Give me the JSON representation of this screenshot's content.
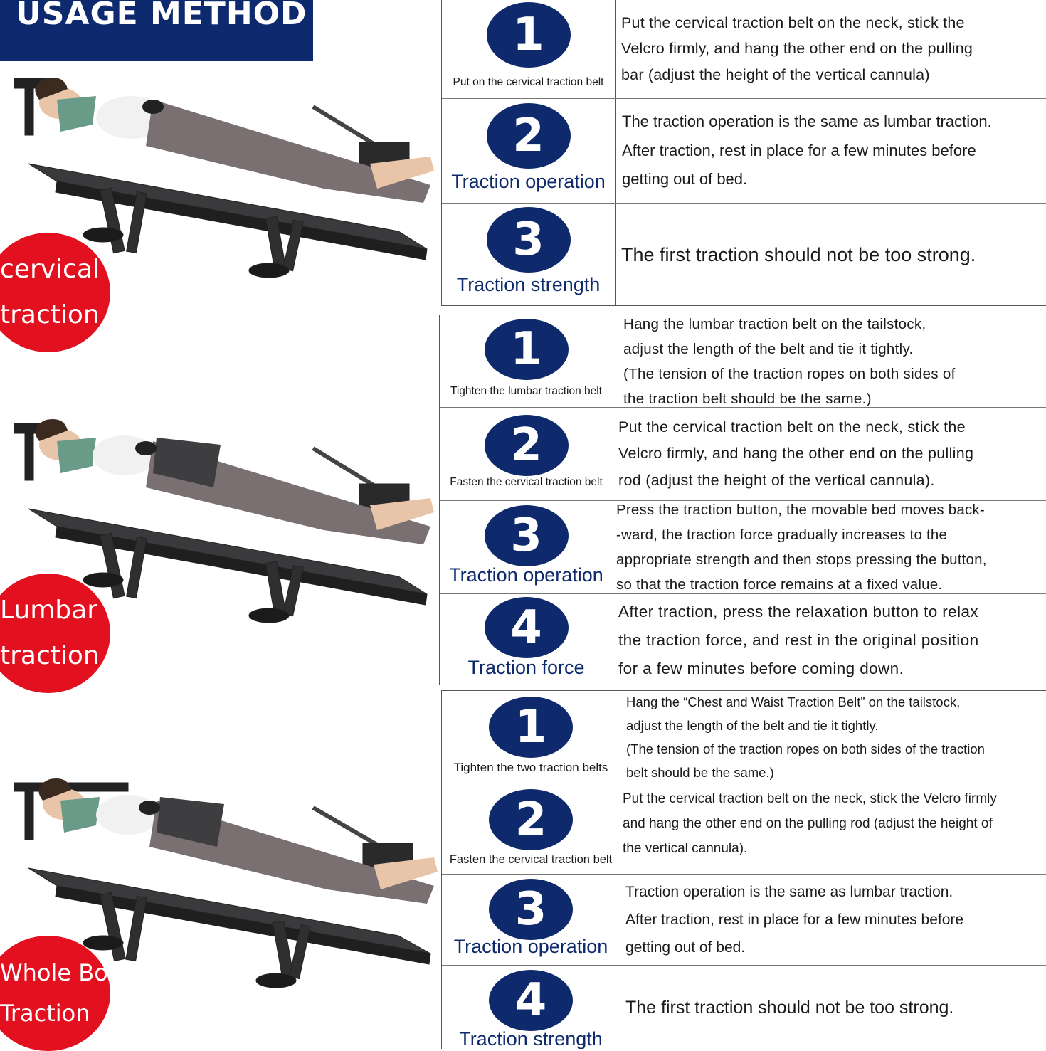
{
  "header": {
    "title": "USAGE METHOD"
  },
  "sections": [
    {
      "badge": [
        "cervical",
        "traction"
      ],
      "steps": [
        {
          "num": "1",
          "label": "Put on the cervical traction belt",
          "lines": [
            "Put the cervical traction belt on the neck, stick the",
            "Velcro firmly, and hang the other end on the pulling",
            "bar (adjust the height of the vertical cannula)"
          ]
        },
        {
          "num": "2",
          "label": "Traction operation",
          "lines": [
            "The traction operation is the same as lumbar traction.",
            "After traction, rest in place for a few minutes before",
            "getting out of bed."
          ]
        },
        {
          "num": "3",
          "label": "Traction strength",
          "lines": [
            "The first traction should not be too strong."
          ]
        }
      ]
    },
    {
      "badge": [
        "Lumbar",
        "traction"
      ],
      "steps": [
        {
          "num": "1",
          "label": "Tighten the lumbar traction belt",
          "lines": [
            "Hang the lumbar traction belt on the tailstock,",
            "adjust the length of the belt and tie it tightly.",
            "(The tension of the traction ropes on both sides of",
            "the traction belt should be the same.)"
          ]
        },
        {
          "num": "2",
          "label": "Fasten the cervical traction belt",
          "lines": [
            "Put the cervical traction belt on the neck, stick the",
            "Velcro firmly, and hang the other end on the pulling",
            "rod (adjust the height of the vertical cannula)."
          ]
        },
        {
          "num": "3",
          "label": "Traction operation",
          "lines": [
            "Press the traction button, the movable bed moves back-",
            "-ward, the traction force gradually increases to the",
            "appropriate strength and then stops pressing the button,",
            "so that the traction force remains at a fixed value."
          ]
        },
        {
          "num": "4",
          "label": "Traction force",
          "lines": [
            "After traction, press the relaxation button to relax",
            "the traction force, and rest in the original position",
            "for a few minutes before coming down."
          ]
        }
      ]
    },
    {
      "badge": [
        "Whole Body",
        "Traction"
      ],
      "steps": [
        {
          "num": "1",
          "label": "Tighten the two traction belts",
          "lines": [
            "Hang the  “Chest and Waist Traction Belt”  on the tailstock,",
            "adjust the length of the belt and tie it tightly.",
            "(The tension of the traction ropes on both sides of the traction",
            "belt should be the same.)"
          ]
        },
        {
          "num": "2",
          "label": "Fasten the cervical traction belt",
          "lines": [
            "Put the cervical traction belt on the neck, stick the Velcro firmly",
            "and hang the other end on the pulling rod (adjust the height of",
            "the vertical cannula)."
          ]
        },
        {
          "num": "3",
          "label": "Traction operation",
          "lines": [
            "Traction operation is the same as lumbar traction.",
            "After traction, rest in place for a few minutes before",
            "getting out of bed."
          ]
        },
        {
          "num": "4",
          "label": "Traction strength",
          "lines": [
            "The first traction should not be too strong."
          ]
        }
      ]
    }
  ]
}
